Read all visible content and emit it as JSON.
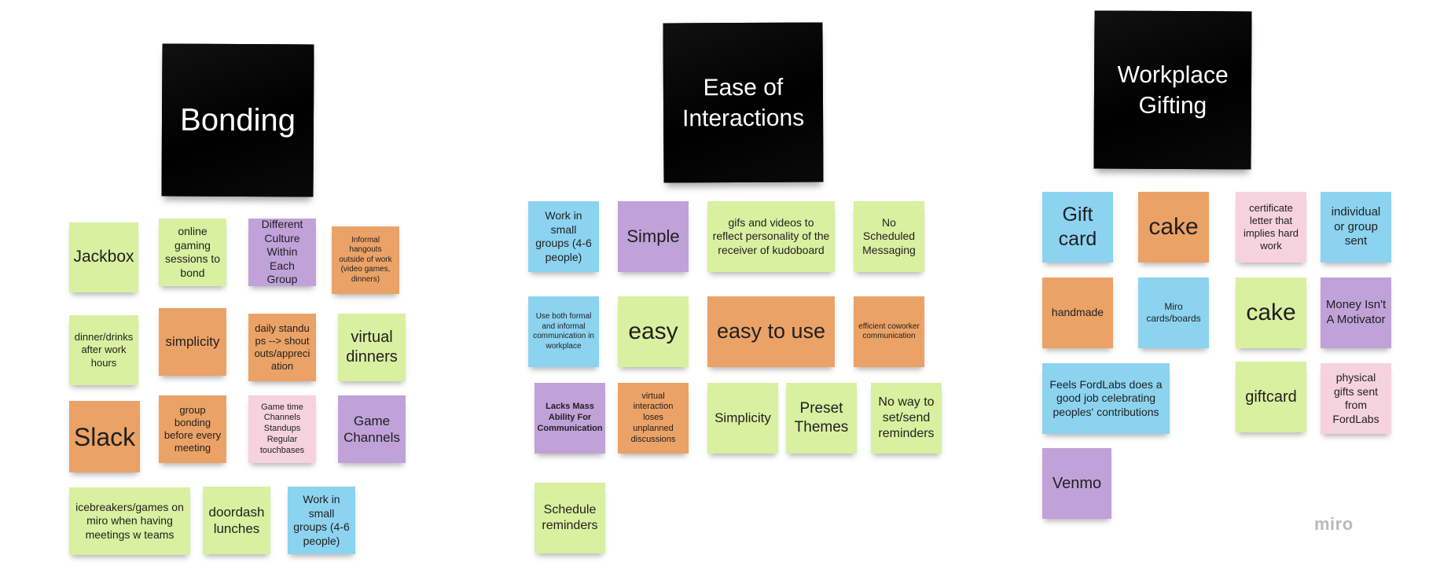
{
  "board": {
    "logo": "miro",
    "groups": [
      {
        "title": "Bonding",
        "notes": [
          "Jackbox",
          "online gaming sessions to bond",
          "Different Culture Within Each Group",
          "Informal hangouts outside of work (video games, dinners)",
          "dinner/drinks after work hours",
          "simplicity",
          "daily standups --> shoutouts/appreciation",
          "virtual dinners",
          "Slack",
          "group bonding before every meeting",
          "Game time Channels Standups Regular touchbases",
          "Game Channels",
          "icebreakers/games on miro when having meetings w teams",
          "doordash lunches",
          "Work in small groups (4-6 people)"
        ]
      },
      {
        "title": "Ease of Interactions",
        "notes": [
          "Work in small groups (4-6 people)",
          "Simple",
          "gifs and videos to reflect personality of the receiver of kudoboard",
          "No Scheduled Messaging",
          "Use both formal and informal communication in workplace",
          "easy",
          "easy to use",
          "efficient coworker communication",
          "Lacks Mass Ability For Communication",
          "virtual interaction loses unplanned discussions",
          "Simplicity",
          "Preset Themes",
          "No way to set/send reminders",
          "Schedule reminders"
        ]
      },
      {
        "title": "Workplace Gifting",
        "notes": [
          "Gift card",
          "cake",
          "certificate letter that implies hard work",
          "individual or group sent",
          "handmade",
          "Miro cards/boards",
          "cake",
          "Money Isn't A Motivator",
          "Feels FordLabs does a good job celebrating peoples' contributions",
          "giftcard",
          "physical gifts sent from FordLabs",
          "Venmo"
        ]
      }
    ]
  }
}
